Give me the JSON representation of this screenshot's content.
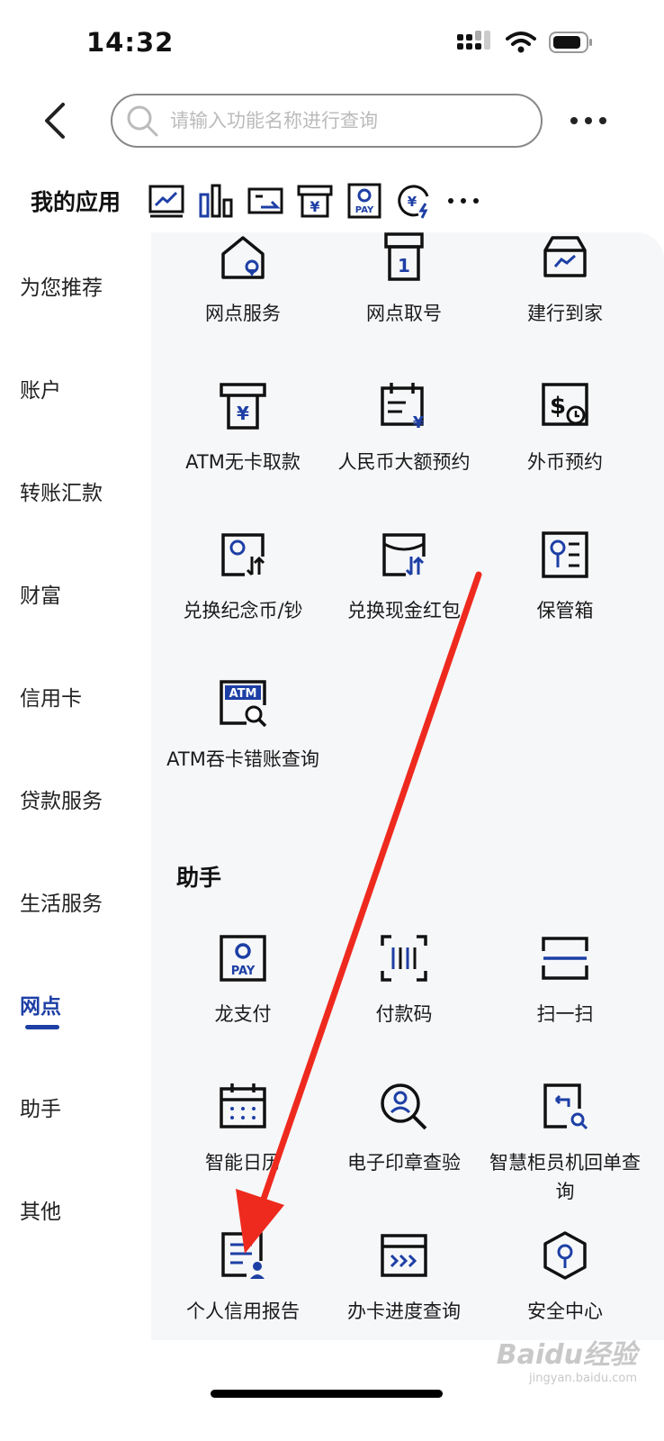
{
  "status_bar": {
    "time": "14:32"
  },
  "header": {
    "search_placeholder": "请输入功能名称进行查询"
  },
  "my_apps": {
    "title": "我的应用",
    "icons": [
      "chart-icon",
      "bar-chart-icon",
      "card-transfer-icon",
      "yuan-box-icon",
      "pay-icon",
      "yuan-lightning-icon",
      "more-icon"
    ],
    "pay_text": "PAY"
  },
  "sidebar": {
    "items": [
      "为您推荐",
      "账户",
      "转账汇款",
      "财富",
      "信用卡",
      "贷款服务",
      "生活服务",
      "网点",
      "助手",
      "其他"
    ],
    "active_index": 7
  },
  "branch_grid": [
    {
      "label": "网点服务",
      "icon": "branch-location-icon"
    },
    {
      "label": "网点取号",
      "icon": "queue-number-icon"
    },
    {
      "label": "建行到家",
      "icon": "home-delivery-icon"
    },
    {
      "label": "ATM无卡取款",
      "icon": "atm-cardless-icon"
    },
    {
      "label": "人民币大额预约",
      "icon": "rmb-reservation-icon"
    },
    {
      "label": "外币预约",
      "icon": "foreign-currency-icon"
    },
    {
      "label": "兑换纪念币/钞",
      "icon": "coin-exchange-icon"
    },
    {
      "label": "兑换现金红包",
      "icon": "red-packet-icon"
    },
    {
      "label": "保管箱",
      "icon": "safe-box-icon"
    },
    {
      "label": "ATM吞卡错账查询",
      "icon": "atm-query-icon",
      "icon_text": "ATM"
    }
  ],
  "assistant": {
    "title": "助手",
    "grid": [
      {
        "label": "龙支付",
        "icon": "long-pay-icon",
        "icon_text": "PAY"
      },
      {
        "label": "付款码",
        "icon": "payment-code-icon"
      },
      {
        "label": "扫一扫",
        "icon": "scan-icon"
      },
      {
        "label": "智能日历",
        "icon": "calendar-icon"
      },
      {
        "label": "电子印章查验",
        "icon": "seal-verify-icon"
      },
      {
        "label": "智慧柜员机回单查询",
        "icon": "receipt-query-icon"
      },
      {
        "label": "个人信用报告",
        "icon": "credit-report-icon"
      },
      {
        "label": "办卡进度查询",
        "icon": "card-progress-icon"
      },
      {
        "label": "安全中心",
        "icon": "security-center-icon"
      }
    ]
  },
  "watermark": {
    "logo": "Baidu经验",
    "sub": "jingyan.baidu.com"
  },
  "colors": {
    "accent": "#1d3fa5",
    "arrow": "#ee2a1f"
  }
}
